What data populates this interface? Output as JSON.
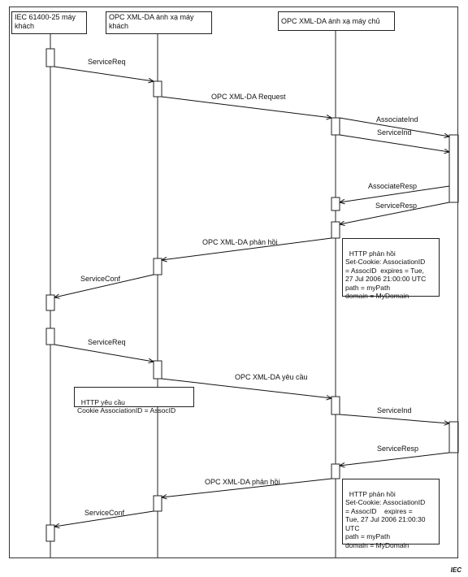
{
  "participants": [
    "IEC 61400-25 máy khách",
    "OPC XML-DA ánh xạ máy khách",
    "OPC  XML-DA ánh xạ máy chủ"
  ],
  "messages": [
    "ServiceReq",
    "OPC XML-DA Request",
    "AssociateInd",
    "ServiceInd",
    "AssociateResp",
    "ServiceResp",
    "OPC XML-DA phản hồi",
    "ServiceConf",
    "ServiceReq",
    "OPC XML-DA yêu cầu",
    "ServiceInd",
    "ServiceResp",
    "OPC XML-DA phản hồi",
    "ServiceConf"
  ],
  "notes": [
    "HTTP phản hồi\nSet-Cookie: AssociationID\n= AssocID  expires = Tue,\n27 Jul 2006 21:00:00 UTC\npath = myPath\ndomain = MyDomain",
    "HTTP yêu cầu\nCookie AssociationID = AssocID",
    "HTTP phản hồi\nSet-Cookie: AssociationID\n= AssocID    expires =\nTue, 27 Jul 2006 21:00:30\nUTC\npath = myPath\ndomain = MyDomain"
  ],
  "corner_label": "IEC"
}
